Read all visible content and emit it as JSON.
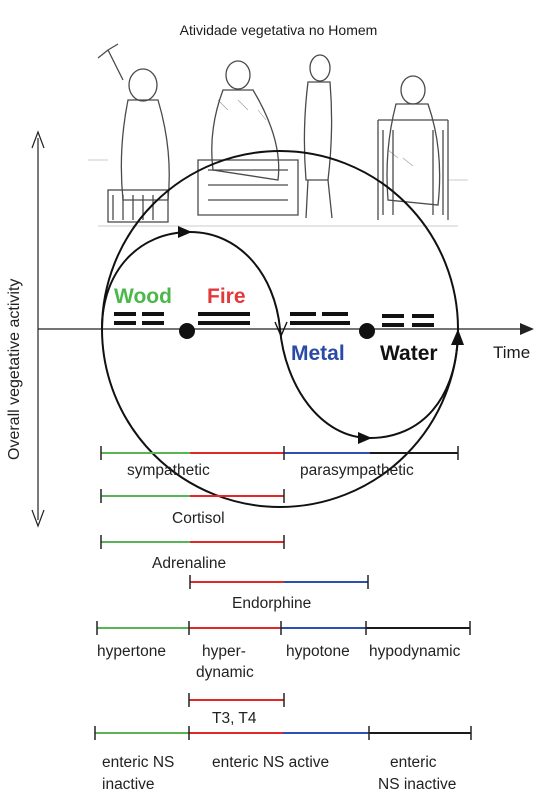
{
  "title": "Atividade vegetativa no Homem",
  "illustration": {
    "description_icon": "engraving-figures"
  },
  "axes": {
    "y_label": "Overall vegetative activity",
    "x_label": "Time"
  },
  "elements": [
    {
      "name": "Wood",
      "color": "#4cb84a"
    },
    {
      "name": "Fire",
      "color": "#e23a3a"
    },
    {
      "name": "Metal",
      "color": "#2a4aa8"
    },
    {
      "name": "Water",
      "color": "#111111"
    }
  ],
  "colors": {
    "green": "#59b357",
    "red": "#e02a2a",
    "blue": "#2d4fb0",
    "black": "#1a1a1a"
  },
  "bars": [
    {
      "label": "sympathetic",
      "extra_label": "parasympathetic"
    },
    {
      "label": "Cortisol"
    },
    {
      "label": "Adrenaline"
    },
    {
      "label": "Endorphine"
    },
    {
      "labels": [
        "hypertone",
        "hyper-",
        "dynamic",
        "hypotone",
        "hypodynamic"
      ]
    },
    {
      "label": "T3, T4"
    },
    {
      "labels": [
        "enteric NS",
        "inactive",
        "enteric NS active",
        "enteric",
        "NS inactive"
      ]
    }
  ]
}
